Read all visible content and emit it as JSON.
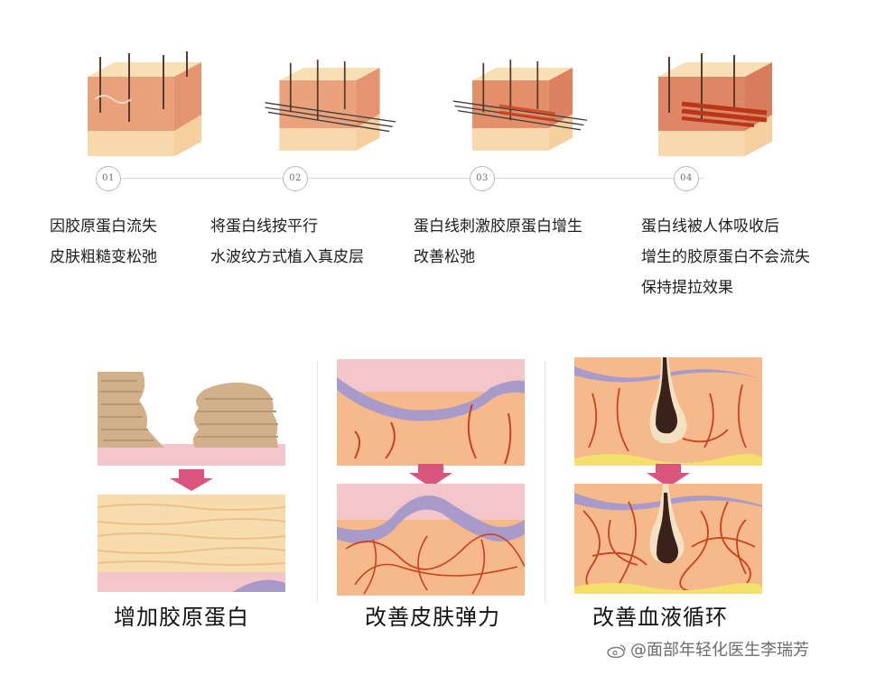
{
  "steps": [
    {
      "number": "01",
      "lines": [
        "因胶原蛋白流失",
        "皮肤粗糙变松弛"
      ]
    },
    {
      "number": "02",
      "lines": [
        "将蛋白线按平行",
        "水波纹方式植入真皮层"
      ]
    },
    {
      "number": "03",
      "lines": [
        "蛋白线刺激胶原蛋白增生",
        "改善松弛"
      ]
    },
    {
      "number": "04",
      "lines": [
        "蛋白线被人体吸收后",
        "增生的胶原蛋白不会流失",
        "保持提拉效果"
      ]
    }
  ],
  "effects": [
    {
      "caption": "增加胶原蛋白"
    },
    {
      "caption": "改善皮肤弹力"
    },
    {
      "caption": "改善血液循环"
    }
  ],
  "watermark": {
    "text": "@面部年轻化医生李瑞芳",
    "icon": "weibo-icon"
  },
  "colors": {
    "skin_top": "#f3d3a6",
    "dermis": "#e9a27c",
    "tissue": "#f5b98b",
    "membrane": "#a89ac9",
    "vessel": "#c8421f",
    "arrow": "#d9557e",
    "pink_layer": "#f2c6cb"
  }
}
